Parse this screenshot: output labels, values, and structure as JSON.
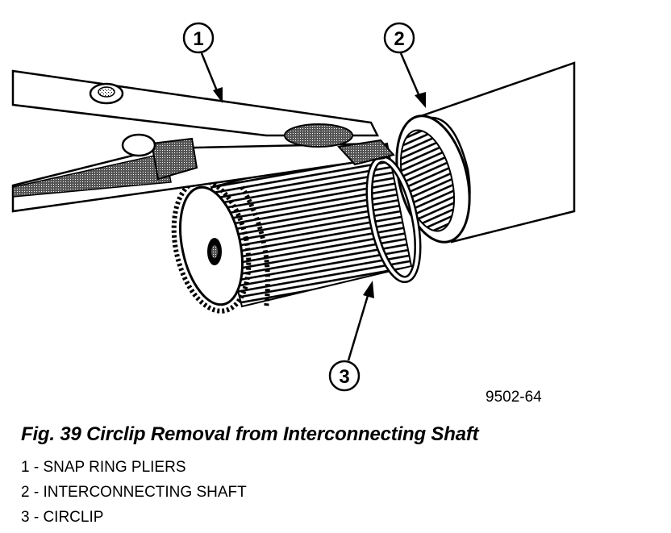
{
  "figure": {
    "callouts": [
      "1",
      "2",
      "3"
    ],
    "figure_number": "9502-64"
  },
  "caption": "Fig. 39 Circlip Removal from Interconnecting Shaft",
  "legend": [
    "1 - SNAP RING PLIERS",
    "2 - INTERCONNECTING SHAFT",
    "3 - CIRCLIP"
  ]
}
